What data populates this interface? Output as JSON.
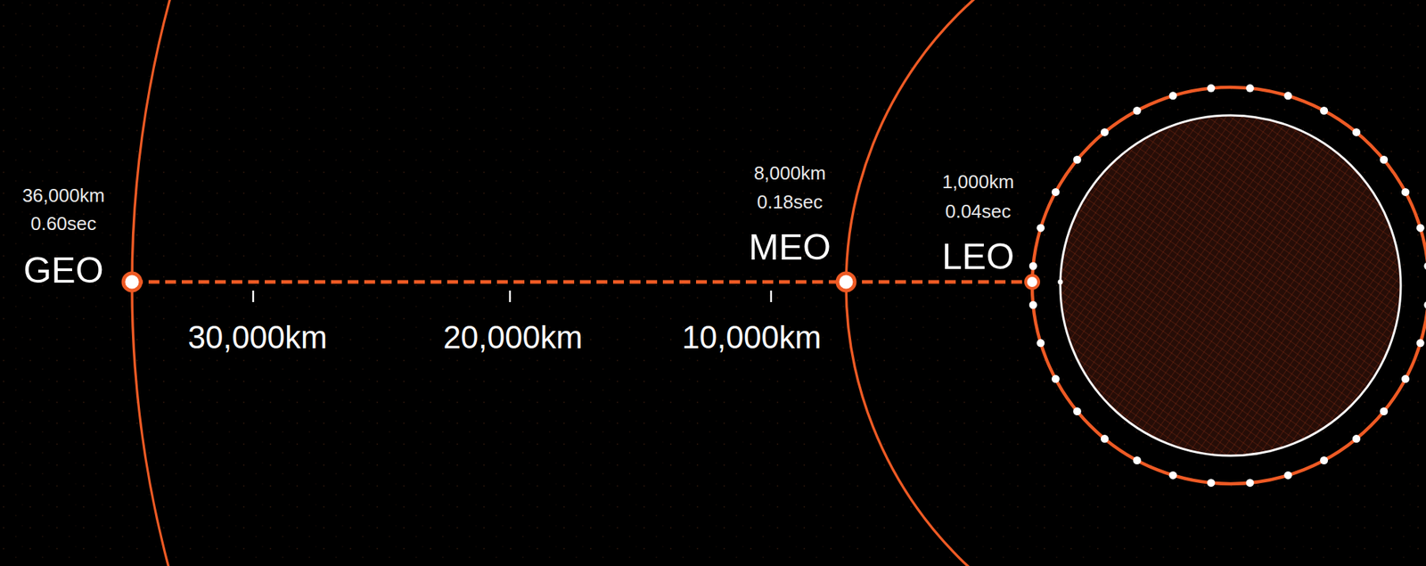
{
  "diagram": {
    "labels": [
      "36,000km",
      "0.60sec",
      "GEO",
      "8,000km",
      "0.18sec",
      "MEO",
      "1,000km",
      "0.04sec",
      "LEO",
      "30,000km",
      "20,000km",
      "10,000km"
    ]
  }
}
